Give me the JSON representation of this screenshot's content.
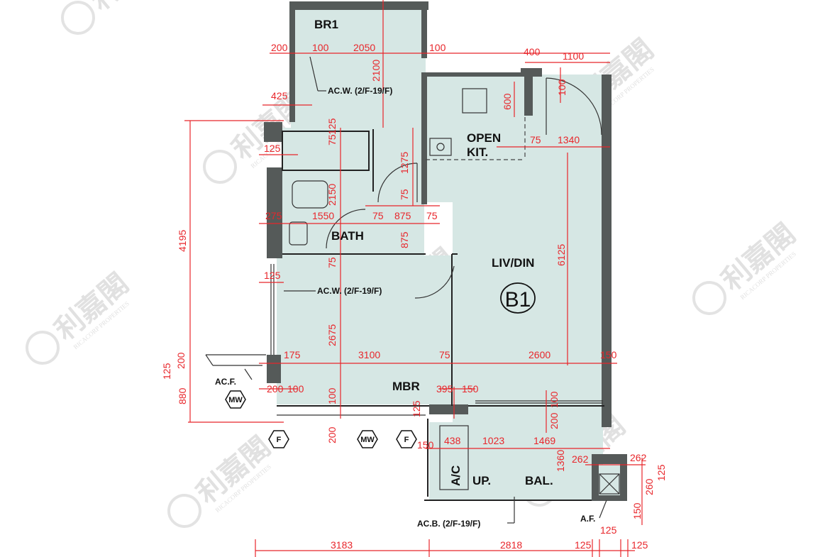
{
  "unit_label": "B1",
  "rooms": {
    "br1": "BR1",
    "open_kit_1": "OPEN",
    "open_kit_2": "KIT.",
    "bath": "BATH",
    "liv_din": "LIV/DIN",
    "mbr": "MBR",
    "ac": "A/C",
    "up": "UP.",
    "bal": "BAL."
  },
  "notes": {
    "acw_top": "AC.W. (2/F-19/F)",
    "acw_mid": "AC.W. (2/F-19/F)",
    "acf": "AC.F.",
    "acb": "AC.B. (2/F-19/F)",
    "af": "A.F."
  },
  "symbols": {
    "mw": "MW",
    "f": "F"
  },
  "watermark": {
    "text": "利嘉閣",
    "sub": "RICACORP PROPERTIES"
  },
  "dimensions": {
    "d200_top": "200",
    "d100_a": "100",
    "d2050": "2050",
    "d100_b": "100",
    "d400": "400",
    "d1100": "1100",
    "d2100": "2100",
    "d425": "425",
    "d600": "600",
    "d100_c": "100",
    "d125_a": "125",
    "d75_a": "75",
    "d1340": "1340",
    "d75_b": "75",
    "d125_b": "125",
    "d1275": "1275",
    "d2150": "2150",
    "d75_c": "75",
    "d275": "275",
    "d1550": "1550",
    "d75_d": "75",
    "d875_a": "875",
    "d75_e": "75",
    "d875_b": "875",
    "d4195": "4195",
    "d6125": "6125",
    "d75_f": "75",
    "d125_c": "125",
    "d2675": "2675",
    "d175": "175",
    "d3100": "3100",
    "d75_g": "75",
    "d2600": "2600",
    "d150_a": "150",
    "d200_a": "200",
    "d125_d": "125",
    "d880": "880",
    "d200_b": "200",
    "d100_d": "100",
    "d100_e": "100",
    "d395": "395",
    "d150_b": "150",
    "d100_f": "100",
    "d125_e": "125",
    "d200_c": "200",
    "d200_d": "200",
    "d150_c": "150",
    "d438": "438",
    "d1023": "1023",
    "d1469": "1469",
    "d1360": "1360",
    "d262_a": "262",
    "d262_b": "262",
    "d125_f": "125",
    "d260": "260",
    "d150_d": "150",
    "d3183": "3183",
    "d2818": "2818",
    "d125_g": "125",
    "d125_h": "125",
    "d125_i": "125"
  }
}
